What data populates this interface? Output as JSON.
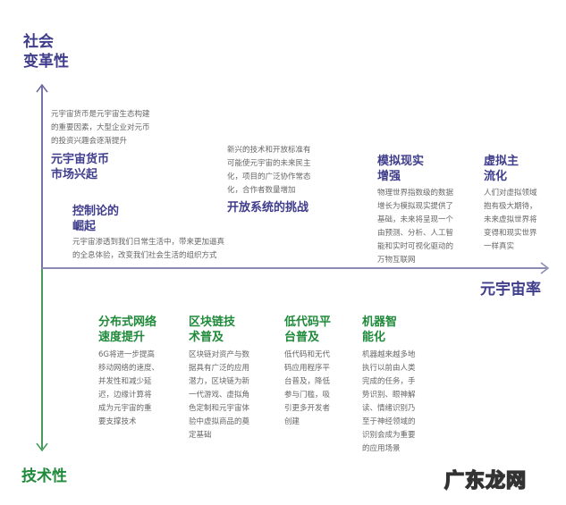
{
  "axes": {
    "top_label": [
      "社会",
      "变革性"
    ],
    "bottom_label": "技术性",
    "right_label": "元宇宙率"
  },
  "social_items": [
    {
      "title": [
        "元宇宙货币",
        "市场兴起"
      ],
      "desc": [
        "元宇宙货币是元宇宙生态构建",
        "的重要因素，大型企业对元币",
        "的投资兴趣会逐渐提升"
      ]
    },
    {
      "title": [
        "控制论的",
        "崛起"
      ],
      "desc": [
        "元宇宙渗透到我们日常生活中，带来更加逼真",
        "的全息体验，改变我们社会生活的组织方式"
      ]
    },
    {
      "title": [
        "开放系统的挑战"
      ],
      "desc": [
        "新兴的技术和开放标准有",
        "可能使元宇宙的未来民主",
        "化，项目的广泛协作常态",
        "化，合作者数量增加"
      ]
    },
    {
      "title": [
        "模拟现实",
        "增强"
      ],
      "desc": [
        "物理世界指数级的数据",
        "增长为模拟现实提供了",
        "基础，未来将呈现一个",
        "由预测、分析、人工智",
        "能和实时可视化驱动的",
        "万物互联网"
      ]
    },
    {
      "title": [
        "虚拟主",
        "流化"
      ],
      "desc": [
        "人们对虚拟领域",
        "抱有极大期待，",
        "未来虚拟世界将",
        "变得和现实世界",
        "一样真实"
      ]
    }
  ],
  "tech_items": [
    {
      "title": [
        "分布式网络",
        "速度提升"
      ],
      "desc": [
        "6G将进一步提高",
        "移动网络的速度、",
        "并发性和减少延",
        "迟，边缘计算将",
        "成为元宇宙的重",
        "要支撑技术"
      ]
    },
    {
      "title": [
        "区块链技",
        "术普及"
      ],
      "desc": [
        "区块链对资产与数",
        "据具有广泛的应用",
        "潜力，区块链为新",
        "一代游戏、虚拟角",
        "色定制和元宇宙体",
        "验中虚拟商品的奠",
        "定基础"
      ]
    },
    {
      "title": [
        "低代码平",
        "台普及"
      ],
      "desc": [
        "低代码和无代",
        "码应用程序平",
        "台普及，降低",
        "参与门槛，吸",
        "引更多开发者",
        "创建"
      ]
    },
    {
      "title": [
        "机器智",
        "能化"
      ],
      "desc": [
        "机器越来越多地",
        "执行以前由人类",
        "完成的任务，手",
        "势识别、眼神解",
        "读、情绪识别乃",
        "至于神经领域的",
        "识别会成为重要",
        "的应用场景"
      ]
    }
  ],
  "watermark": "广东龙网",
  "colors": {
    "social": "#3f3d8c",
    "tech": "#1f8a3a",
    "desc": "#666666"
  }
}
